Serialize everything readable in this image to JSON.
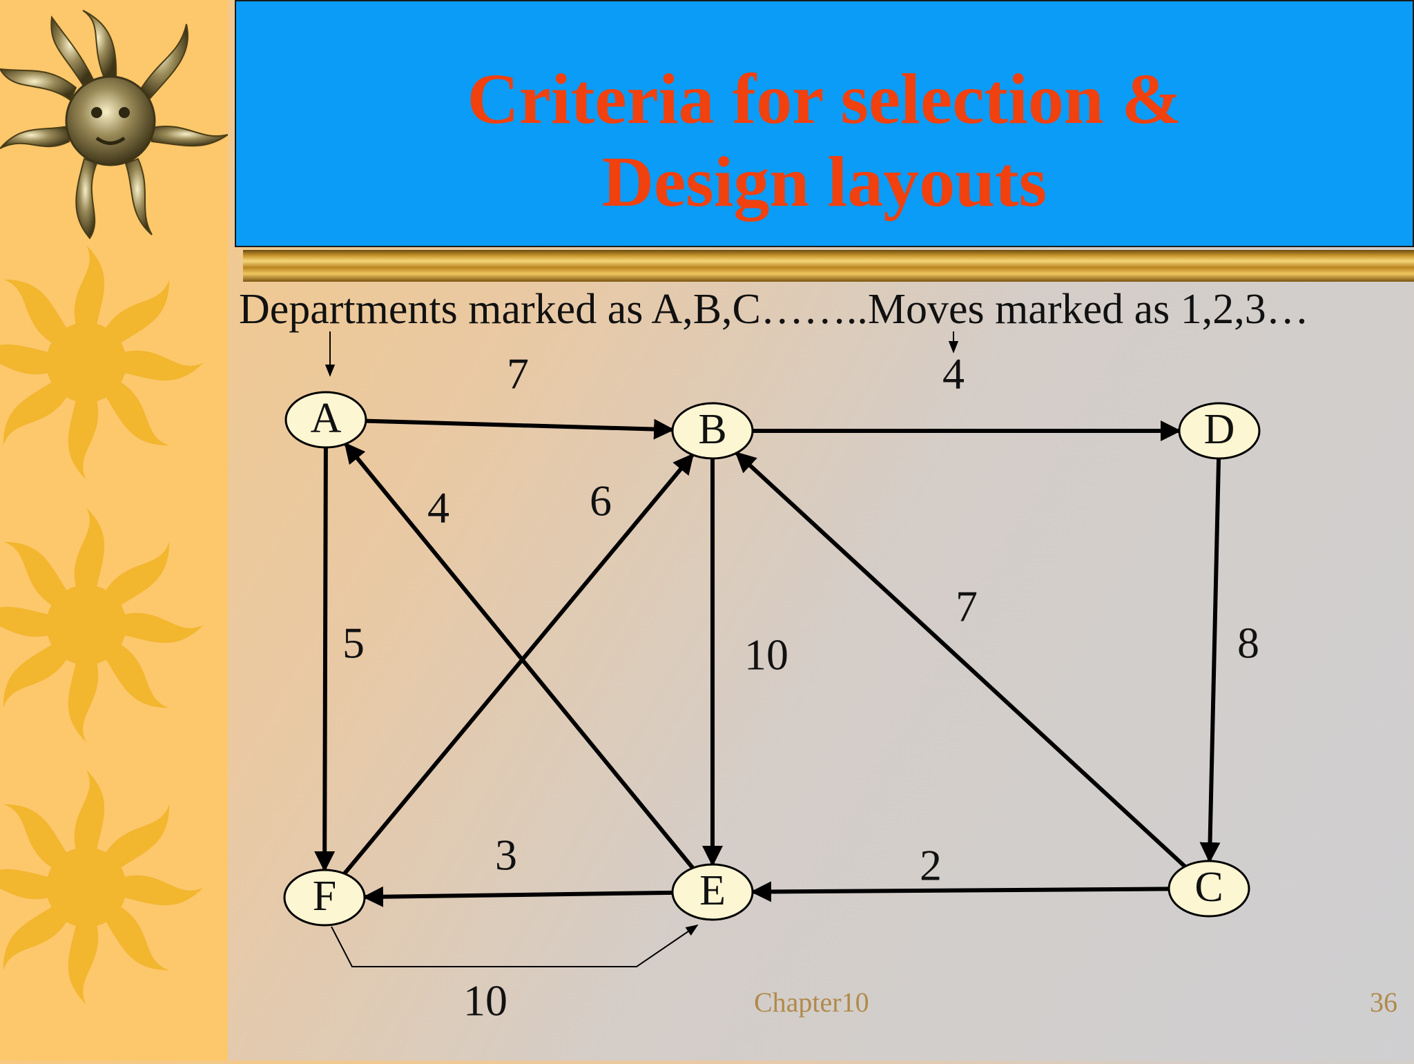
{
  "slide": {
    "title": "Criteria for selection &\nDesign layouts",
    "subtitle": "Departments marked as A,B,C……..Moves marked as 1,2,3…",
    "footer_chapter": "Chapter10",
    "page_number": "36"
  },
  "colors": {
    "title_text": "#f0410f",
    "title_box": "#0a9cf7",
    "sidebar": "#fdc76c",
    "sun": "#f2b62f",
    "node_fill": "#fdf6d2",
    "footer_text": "#b08a4a"
  },
  "diagram": {
    "nodes": [
      {
        "id": "A",
        "label": "A"
      },
      {
        "id": "B",
        "label": "B"
      },
      {
        "id": "D",
        "label": "D"
      },
      {
        "id": "F",
        "label": "F"
      },
      {
        "id": "E",
        "label": "E"
      },
      {
        "id": "C",
        "label": "C"
      }
    ],
    "edges": [
      {
        "from": "A",
        "to": "B",
        "label": "7"
      },
      {
        "from": "B",
        "to": "D",
        "label": "4"
      },
      {
        "from": "A",
        "to": "F",
        "label": "5"
      },
      {
        "from": "E",
        "to": "A",
        "label": "4"
      },
      {
        "from": "F",
        "to": "B",
        "label": "6"
      },
      {
        "from": "B",
        "to": "E",
        "label": "10"
      },
      {
        "from": "C",
        "to": "B",
        "label": "7"
      },
      {
        "from": "D",
        "to": "C",
        "label": "8"
      },
      {
        "from": "E",
        "to": "F",
        "label": "3"
      },
      {
        "from": "C",
        "to": "E",
        "label": "2"
      },
      {
        "from": "F",
        "to": "E",
        "label": "10"
      }
    ]
  }
}
